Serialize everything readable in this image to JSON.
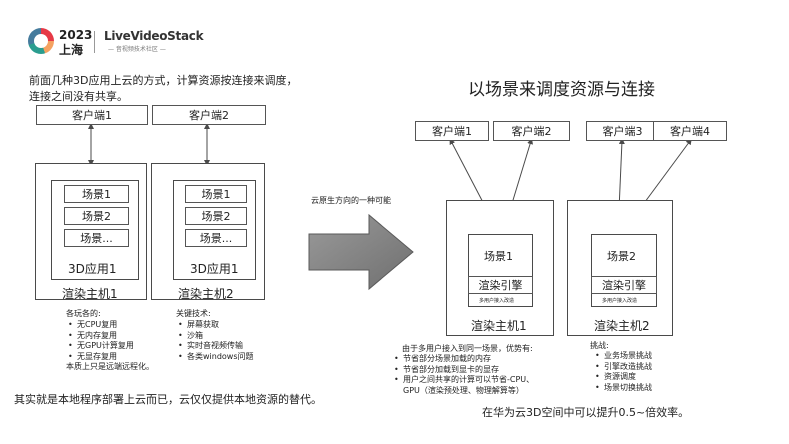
{
  "header": {
    "event_year": "2023",
    "event_city": "上海",
    "brand_name": "LiveVideoStack",
    "brand_sub": "— 音视频技术社区 —"
  },
  "left": {
    "intro_line1": "前面几种3D应用上云的方式，计算资源按连接来调度，",
    "intro_line2": "连接之间没有共享。",
    "client1": "客户端1",
    "client2": "客户端2",
    "host1": {
      "scenes": [
        "场景1",
        "场景2",
        "场景..."
      ],
      "app": "3D应用1",
      "name": "渲染主机1"
    },
    "host2": {
      "scenes": [
        "场景1",
        "场景2",
        "场景..."
      ],
      "app": "3D应用1",
      "name": "渲染主机2"
    },
    "pros_title": "各玩各的:",
    "pros": [
      "无CPU复用",
      "无内存复用",
      "无GPU计算复用",
      "无显存复用"
    ],
    "pros_note": "本质上只是远端远程化。",
    "tech_title": "关键技术:",
    "tech": [
      "屏幕获取",
      "沙箱",
      "实时音视频传输",
      "各类windows问题"
    ],
    "conclusion": "其实就是本地程序部署上云而已，云仅仅提供本地资源的替代。"
  },
  "middle": {
    "arrow_label": "云原生方向的一种可能"
  },
  "right": {
    "title": "以场景来调度资源与连接",
    "clients": [
      "客户端1",
      "客户端2",
      "客户端3",
      "客户端4"
    ],
    "host1": {
      "scene": "场景1",
      "engine": "渲染引擎",
      "multi": "多用户接入改造",
      "name": "渲染主机1"
    },
    "host2": {
      "scene": "场景2",
      "engine": "渲染引擎",
      "multi": "多用户接入改造",
      "name": "渲染主机2"
    },
    "adv_title": "由于多用户接入到同一场景，优势有:",
    "adv": [
      "节省部分场景加载的内存",
      "节省部分加载到显卡的显存",
      "用户之间共享的计算可以节省-CPU、"
    ],
    "adv_cont": "GPU（渲染预处理、物理解算等）",
    "chal_title": "挑战:",
    "chal": [
      "业务场景挑战",
      "引擎改造挑战",
      "资源调度",
      "场景切换挑战"
    ],
    "result": "在华为云3D空间中可以提升0.5~倍效率。"
  },
  "colors": {
    "accent": "#8a8a8a",
    "line": "#4a4a4a"
  }
}
